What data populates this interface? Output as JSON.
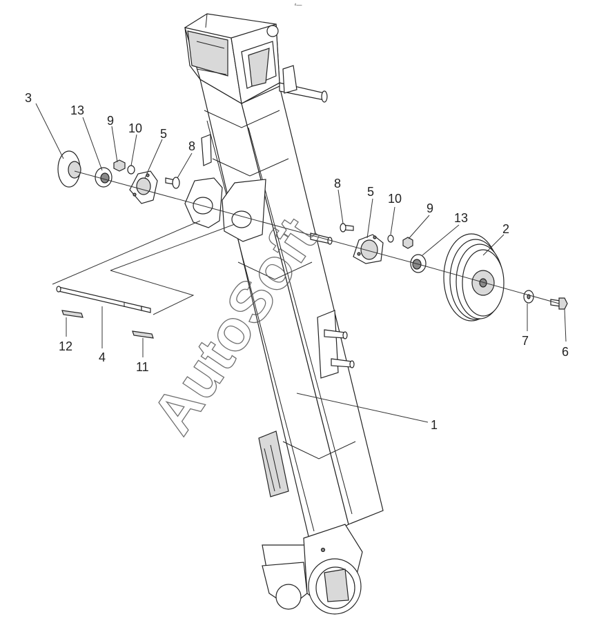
{
  "header_mark": "⁴—",
  "watermark": "AutoSoft",
  "callouts": {
    "c1": "1",
    "c2": "2",
    "c3": "3",
    "c4": "4",
    "c5_left": "5",
    "c5_right": "5",
    "c6": "6",
    "c7": "7",
    "c8_left": "8",
    "c8_right": "8",
    "c9_left": "9",
    "c9_right": "9",
    "c10_left": "10",
    "c10_right": "10",
    "c11": "11",
    "c12": "12",
    "c13_left": "13",
    "c13_right": "13"
  }
}
